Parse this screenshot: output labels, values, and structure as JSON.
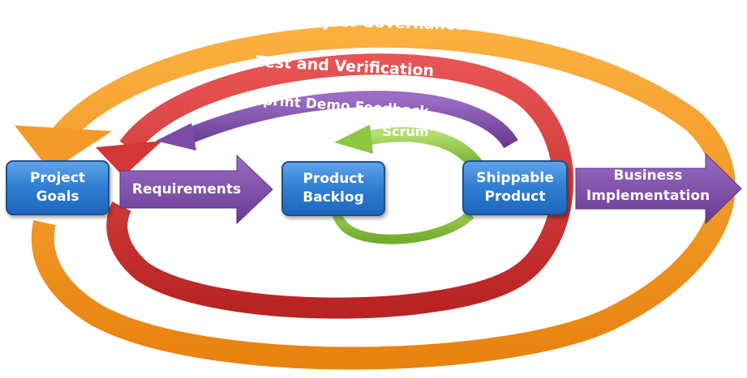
{
  "loops": {
    "governance": "Project Governance",
    "test_verification": "Test and Verification",
    "sprint_demo": "Sprint Demo Feedback",
    "scrum": "Scrum"
  },
  "boxes": {
    "project_goals": "Project\nGoals",
    "product_backlog": "Product\nBacklog",
    "shippable_product": "Shippable\nProduct"
  },
  "arrows": {
    "requirements": "Requirements",
    "business_implementation": "Business\nImplementation"
  },
  "colors": {
    "governance": "#f7931e",
    "test_verification": "#d93030",
    "sprint_demo": "#7e4aa8",
    "scrum": "#8dc63f",
    "box": "#2f7fd3"
  }
}
